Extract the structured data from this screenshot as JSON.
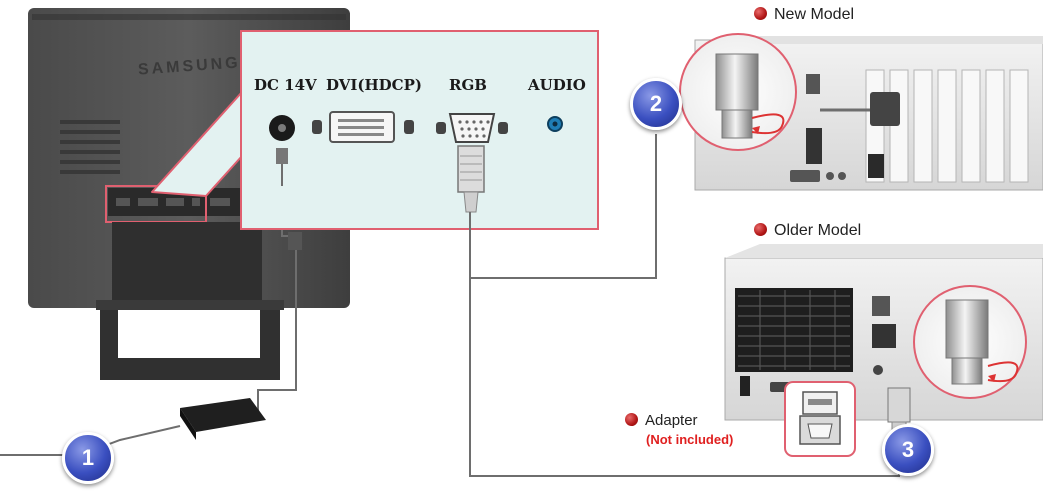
{
  "ports": {
    "dc": "DC 14V",
    "dvi": "DVI(HDCP)",
    "rgb": "RGB",
    "audio": "AUDIO"
  },
  "monitor_brand": "SAMSUNG",
  "models": {
    "new": "New Model",
    "older": "Older Model"
  },
  "adapter": {
    "label": "Adapter",
    "note": "(Not included)"
  },
  "steps": [
    "1",
    "2",
    "3"
  ],
  "colors": {
    "port_panel": "#e3f2f1",
    "callout_border": "#e06070",
    "bullet": "#b11616",
    "step_badge": "#3a4fc0",
    "note_text": "#e02020"
  }
}
